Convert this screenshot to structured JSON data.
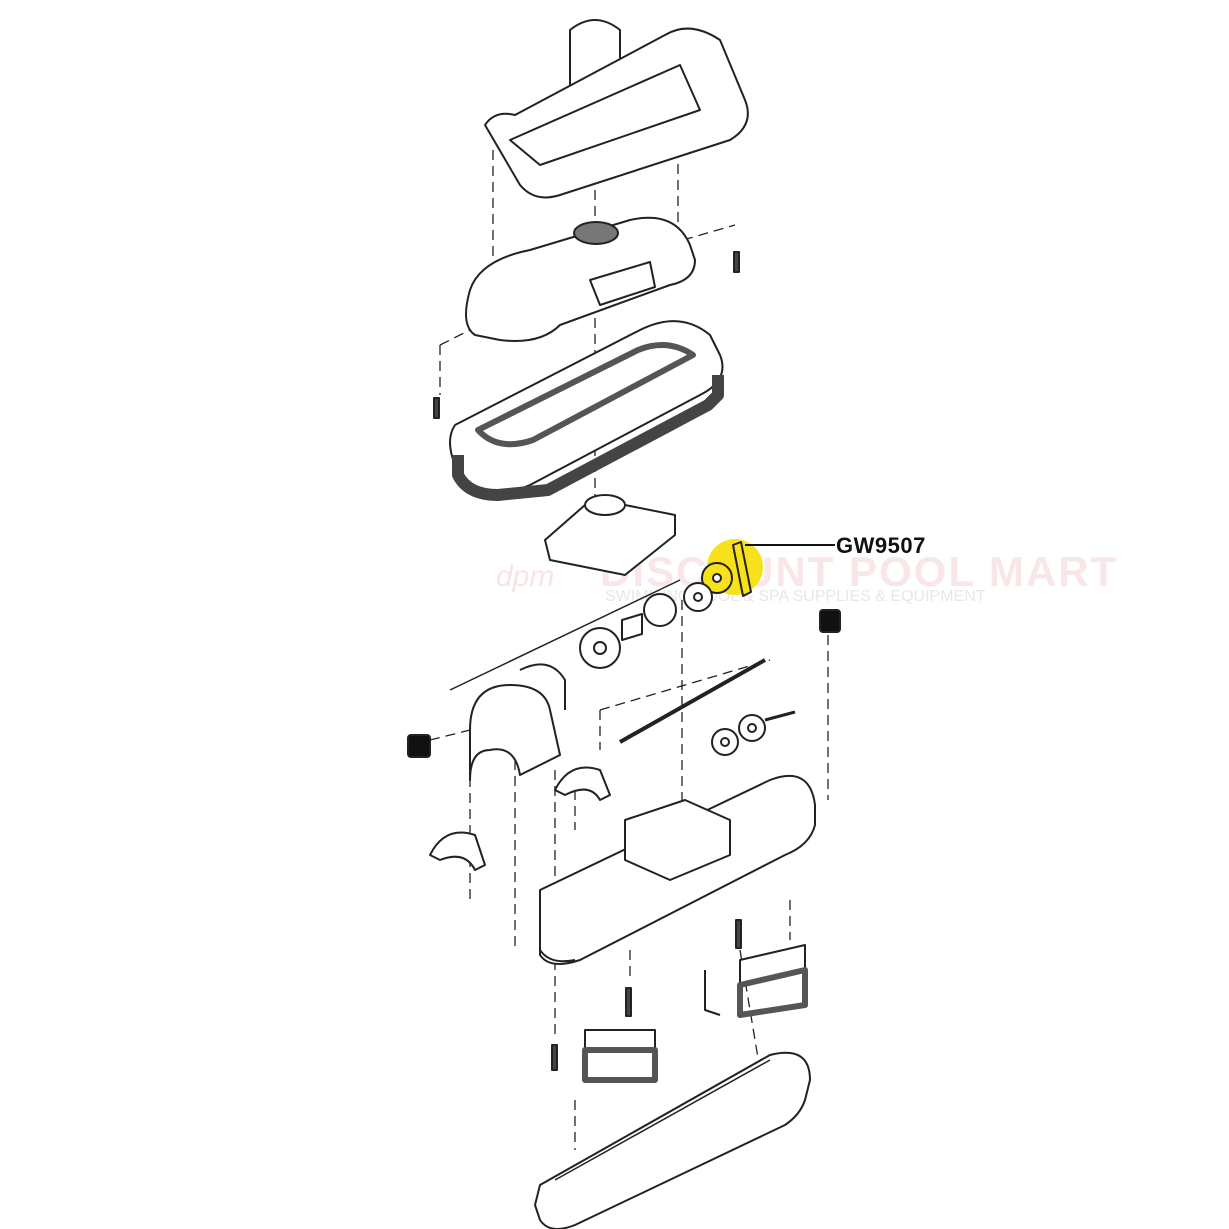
{
  "diagram": {
    "title": "Exploded parts diagram",
    "callout_label": "GW9507",
    "highlight_color": "#f7e11b"
  },
  "watermark": {
    "logo": "dpm",
    "name": "DISCOUNT POOL MART",
    "tagline": "SWIMMING POOL & SPA SUPPLIES & EQUIPMENT"
  }
}
